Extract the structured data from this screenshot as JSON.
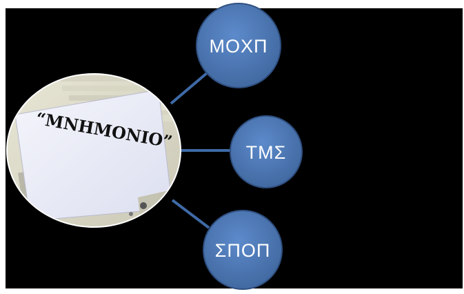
{
  "diagram": {
    "center": {
      "text": "“ΜΝΗΜΟΝΙΟ”"
    },
    "nodes": [
      {
        "id": "moxp",
        "label": "ΜΟΧΠ"
      },
      {
        "id": "tms",
        "label": "ΤΜΣ"
      },
      {
        "id": "spop",
        "label": "ΣΠΟΠ"
      }
    ]
  },
  "colors": {
    "background": "#000000",
    "node_fill": "#4f7dbf",
    "connector": "#3f6aa6",
    "node_text": "#ffffff"
  }
}
